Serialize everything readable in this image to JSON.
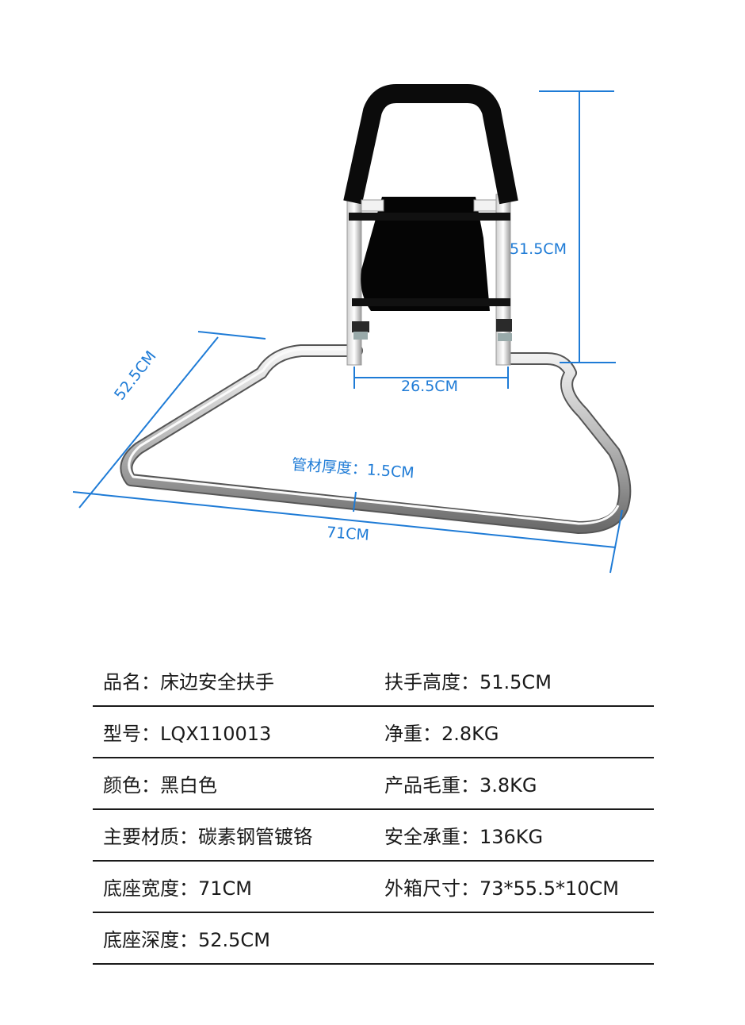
{
  "dimensions": {
    "height": "51.5CM",
    "inner_width": "26.5CM",
    "depth": "52.5CM",
    "tube_thickness": "管材厚度：1.5CM",
    "base_width": "71CM",
    "color": "#1e7bd6"
  },
  "specs": [
    {
      "left": {
        "label": "品名",
        "value": "床边安全扶手",
        "text": "品名：床边安全扶手"
      },
      "right": {
        "label": "扶手高度",
        "value": "51.5CM",
        "text": "扶手高度：51.5CM"
      }
    },
    {
      "left": {
        "label": "型号",
        "value": "LQX110013",
        "text": "型号：LQX110013"
      },
      "right": {
        "label": "净重",
        "value": "2.8KG",
        "text": "净重：2.8KG"
      }
    },
    {
      "left": {
        "label": "颜色",
        "value": "黑白色",
        "text": "颜色：黑白色"
      },
      "right": {
        "label": "产品毛重",
        "value": "3.8KG",
        "text": "产品毛重：3.8KG"
      }
    },
    {
      "left": {
        "label": "主要材质",
        "value": "碳素钢管镀铬",
        "text": "主要材质：碳素钢管镀铬"
      },
      "right": {
        "label": "安全承重",
        "value": "136KG",
        "text": "安全承重：136KG"
      }
    },
    {
      "left": {
        "label": "底座宽度",
        "value": "71CM",
        "text": "底座宽度：71CM"
      },
      "right": {
        "label": "外箱尺寸",
        "value": "73*55.5*10CM",
        "text": "外箱尺寸：73*55.5*10CM"
      }
    },
    {
      "left": {
        "label": "底座深度",
        "value": "52.5CM",
        "text": "底座深度：52.5CM"
      },
      "right": {
        "label": "",
        "value": "",
        "text": ""
      }
    }
  ]
}
